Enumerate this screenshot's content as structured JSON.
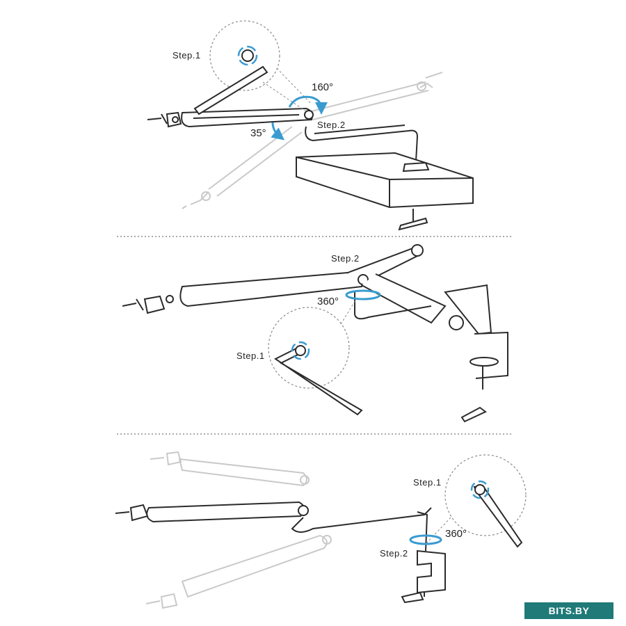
{
  "panels": [
    {
      "step1": "Step.1",
      "step2": "Step.2",
      "angle_a": "160°",
      "angle_b": "35°"
    },
    {
      "step1": "Step.1",
      "step2": "Step.2",
      "angle": "360°"
    },
    {
      "step1": "Step.1",
      "step2": "Step.2",
      "angle": "360°"
    }
  ],
  "watermark": "BITS.BY",
  "colors": {
    "line": "#2b2b2b",
    "ghost": "#c9c9c9",
    "arrow": "#3a9bd0",
    "brand": "#1f7a78"
  }
}
